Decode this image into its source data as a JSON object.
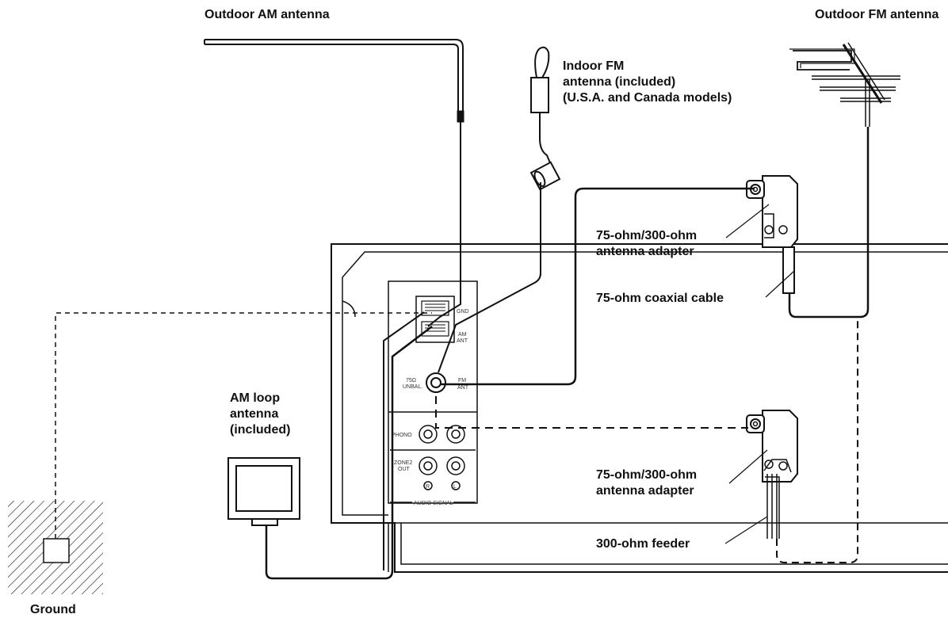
{
  "labels": {
    "outdoor_am_antenna": "Outdoor AM antenna",
    "outdoor_fm_antenna": "Outdoor FM antenna",
    "indoor_fm_antenna": [
      "Indoor FM",
      "antenna (included)",
      "(U.S.A. and Canada models)"
    ],
    "adapter_top": [
      "75-ohm/300-ohm",
      "antenna adapter"
    ],
    "coaxial_cable": "75-ohm coaxial cable",
    "am_loop_antenna": [
      "AM loop",
      "antenna",
      "(included)"
    ],
    "adapter_bottom": [
      "75-ohm/300-ohm",
      "antenna adapter"
    ],
    "feeder": "300-ohm feeder",
    "ground": "Ground"
  },
  "panel": {
    "gnd": "GND",
    "am_ant": [
      "AM",
      "ANT"
    ],
    "unbal": [
      "75Ω",
      "UNBAL."
    ],
    "fm_ant": [
      "FM",
      "ANT"
    ],
    "phono": "PHONO",
    "zone2_out": [
      "ZONE2",
      "OUT"
    ],
    "right_channel": "R",
    "left_channel": "L",
    "audio_signal": "AUDIO SIGNAL"
  }
}
